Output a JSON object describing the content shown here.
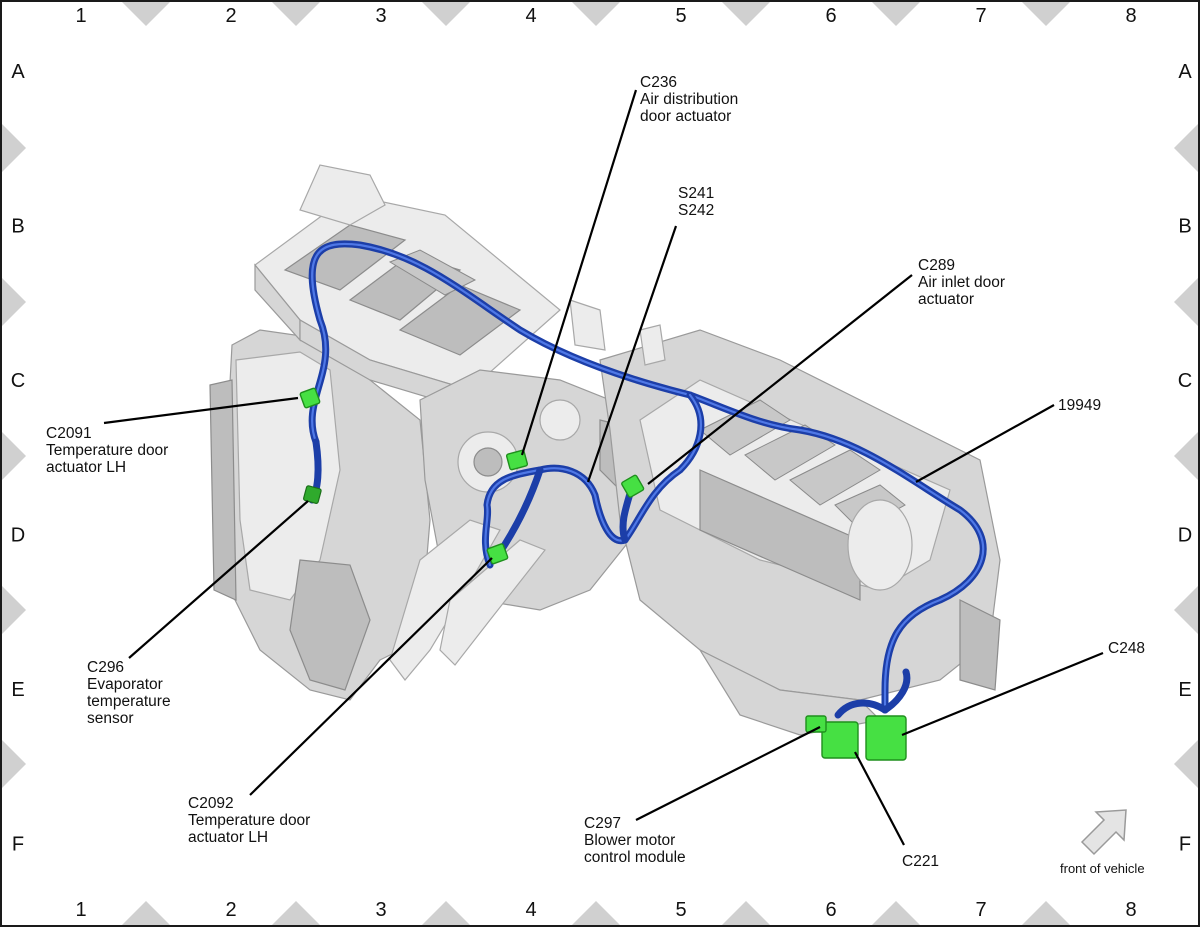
{
  "grid": {
    "columns": [
      "1",
      "2",
      "3",
      "4",
      "5",
      "6",
      "7",
      "8"
    ],
    "rows": [
      "A",
      "B",
      "C",
      "D",
      "E",
      "F"
    ]
  },
  "callouts": {
    "c236": [
      "C236",
      "Air distribution",
      "door actuator"
    ],
    "s241": [
      "S241",
      "S242"
    ],
    "c289": [
      "C289",
      "Air inlet door",
      "actuator"
    ],
    "n19949": [
      "19949"
    ],
    "c2091": [
      "C2091",
      "Temperature door",
      "actuator LH"
    ],
    "c296": [
      "C296",
      "Evaporator",
      "temperature",
      "sensor"
    ],
    "c2092": [
      "C2092",
      "Temperature door",
      "actuator LH"
    ],
    "c248": [
      "C248"
    ],
    "c297": [
      "C297",
      "Blower motor",
      "control module"
    ],
    "c221": [
      "C221"
    ]
  },
  "front_of_vehicle": {
    "label": "front of vehicle"
  },
  "colors": {
    "harness": "#1c3ea8",
    "connector": "#46e043",
    "housing": "#d6d6d6",
    "border_marker": "#d0d0d0"
  }
}
